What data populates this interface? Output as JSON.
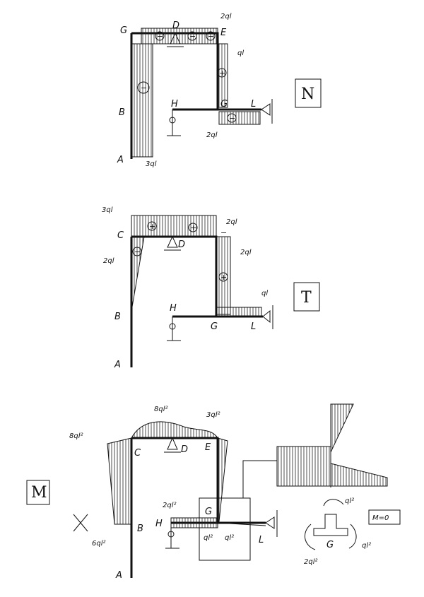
{
  "diagrams": {
    "N": {
      "symbol": "N",
      "nodes": {
        "G": "G",
        "D": "D",
        "E": "E",
        "B": "B",
        "H": "H",
        "C": "G",
        "L": "L",
        "A": "A"
      },
      "values": {
        "top_right": "2ql",
        "right_mid": "ql",
        "bottom": "2ql",
        "left_bottom": "3ql"
      },
      "signs": {
        "left": "−",
        "top1": "−",
        "top2": "−",
        "top3": "−",
        "right": "+",
        "bottom": "−"
      }
    },
    "T": {
      "symbol": "T",
      "nodes": {
        "C": "C",
        "D": "D",
        "B": "B",
        "H": "H",
        "G": "G",
        "L": "L",
        "A": "A"
      },
      "values": {
        "top_left": "3ql",
        "top_right": "2ql",
        "left": "2ql",
        "right": "2ql",
        "bottom_right": "ql"
      },
      "signs": {
        "top1": "+",
        "top2": "+",
        "left": "−",
        "right": "+",
        "corner": "−"
      }
    },
    "M": {
      "symbol": "M",
      "nodes": {
        "C": "C",
        "D": "D",
        "E": "E",
        "B": "B",
        "H": "H",
        "G": "G",
        "L": "L",
        "A": "A"
      },
      "values": {
        "left_top": "8ql²",
        "top_mid": "8ql²",
        "top_right": "3ql²",
        "left_bottom": "6ql²",
        "h_value": "2ql²",
        "g_left": "ql²",
        "g_right": "ql²"
      },
      "detail": {
        "top_moment": "ql²",
        "left_moment": "2ql²",
        "right_moment": "ql²",
        "node": "G",
        "equation": "M=0"
      }
    }
  }
}
